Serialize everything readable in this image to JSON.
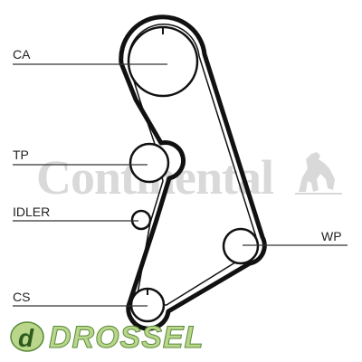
{
  "labels": {
    "ca": "CA",
    "tp": "TP",
    "idler": "IDLER",
    "cs": "CS",
    "wp": "WP"
  },
  "watermark": {
    "brand": "Continental",
    "brand_color": "#d9d9d9"
  },
  "logo": {
    "text": "DROSSEL",
    "letter": "d",
    "fill_color": "#b9d68a",
    "outline_color": "#5a8a3a"
  },
  "colors": {
    "belt": "#111111",
    "leader_line": "#333333",
    "pulley_fill": "#ffffff"
  }
}
